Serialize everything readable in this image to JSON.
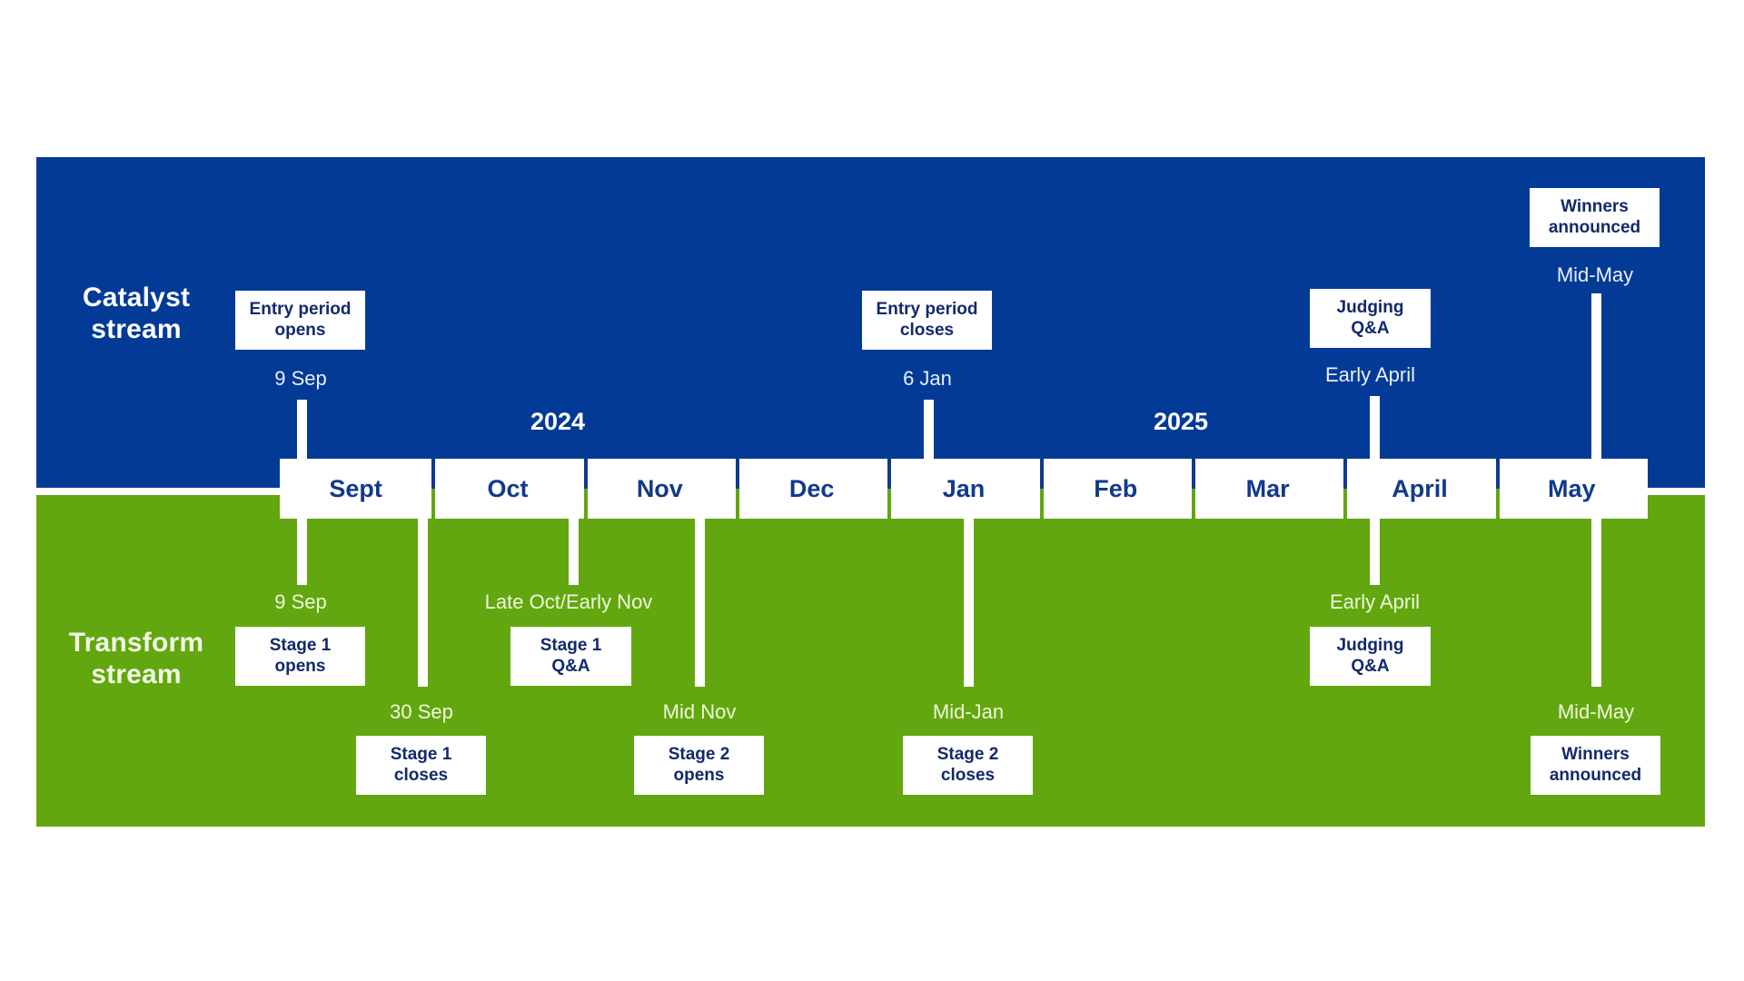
{
  "colors": {
    "blue": "#023A96",
    "green": "#62A70F",
    "box_text": "#13296B",
    "white": "#FFFFFF"
  },
  "streams": {
    "catalyst": {
      "label": "Catalyst\nstream"
    },
    "transform": {
      "label": "Transform\nstream"
    }
  },
  "timeline": {
    "months": [
      "Sept",
      "Oct",
      "Nov",
      "Dec",
      "Jan",
      "Feb",
      "Mar",
      "April",
      "May"
    ],
    "years": [
      {
        "label": "2024"
      },
      {
        "label": "2025"
      }
    ]
  },
  "catalyst_milestones": [
    {
      "title": "Entry period\nopens",
      "date": "9 Sep"
    },
    {
      "title": "Entry period\ncloses",
      "date": "6 Jan"
    },
    {
      "title": "Judging\nQ&A",
      "date": "Early April"
    },
    {
      "title": "Winners\nannounced",
      "date": "Mid-May"
    }
  ],
  "transform_milestones": [
    {
      "title": "Stage 1\nopens",
      "date": "9 Sep"
    },
    {
      "title": "Stage 1\ncloses",
      "date": "30 Sep"
    },
    {
      "title": "Stage 1\nQ&A",
      "date": "Late Oct/Early Nov"
    },
    {
      "title": "Stage 2\nopens",
      "date": "Mid Nov"
    },
    {
      "title": "Stage 2\ncloses",
      "date": "Mid-Jan"
    },
    {
      "title": "Judging\nQ&A",
      "date": "Early April"
    },
    {
      "title": "Winners\nannounced",
      "date": "Mid-May"
    }
  ]
}
